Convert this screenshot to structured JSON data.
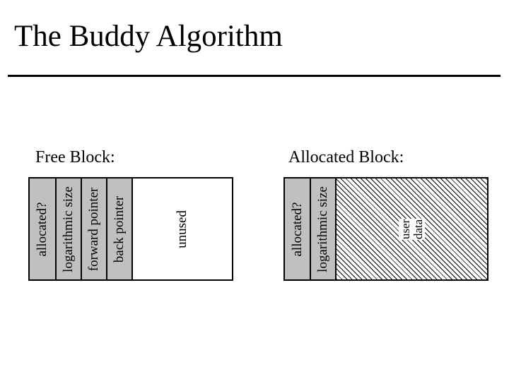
{
  "title": "The Buddy Algorithm",
  "free_block": {
    "label": "Free Block:",
    "fields": [
      "allocated?",
      "logarithmic size",
      "forward pointer",
      "back pointer",
      "unused"
    ]
  },
  "allocated_block": {
    "label": "Allocated Block:",
    "fields": [
      "allocated?",
      "logarithmic size"
    ],
    "user_data": [
      "user",
      "data"
    ]
  },
  "colors": {
    "header_field": "#c0c0c0",
    "border": "#000000",
    "background": "#ffffff"
  }
}
